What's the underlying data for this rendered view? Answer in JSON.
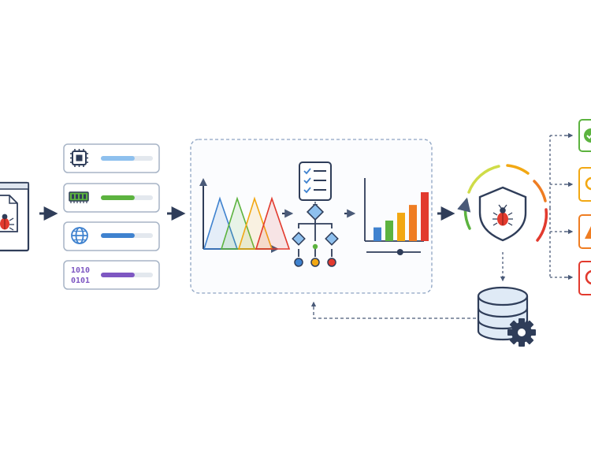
{
  "colors": {
    "navy": "#2f3d59",
    "green": "#5cb33f",
    "amber": "#f2a813",
    "orange": "#ef7d22",
    "red": "#e23a2e",
    "blue": "#3f82cf",
    "light_blue": "#8ec0ee",
    "purple": "#7e57c2",
    "panel_border": "#8ea4c3",
    "card_border": "#a7b4c6",
    "track": "#e3e8ee",
    "database_fill": "#dfeaf6"
  },
  "feature_cards": [
    {
      "icon": "cpu-chip-icon",
      "bar_color": "#8ec0ee",
      "bar_fill": 0.65
    },
    {
      "icon": "memory-module-icon",
      "bar_color": "#5cb33f",
      "bar_fill": 0.65
    },
    {
      "icon": "network-globe-icon",
      "bar_color": "#3f82cf",
      "bar_fill": 0.65
    },
    {
      "icon": "binary-code-icon",
      "bar_color": "#7e57c2",
      "bar_fill": 0.65,
      "binary_lines": [
        "1010",
        "0101"
      ]
    }
  ],
  "fuzzy_curves": [
    "#3f82cf",
    "#5cb33f",
    "#f2a813",
    "#e23a2e"
  ],
  "decision_nodes": [
    "#3f82cf",
    "#5cb33f",
    "#f2a813",
    "#e23a2e"
  ],
  "bar_chart": {
    "values": [
      0.28,
      0.42,
      0.58,
      0.74,
      1.0
    ],
    "colors": [
      "#3f82cf",
      "#5cb33f",
      "#f2a813",
      "#ef7d22",
      "#e23a2e"
    ],
    "slider_position": 0.62
  },
  "threat_levels": [
    {
      "icon": "check-icon",
      "color": "#5cb33f"
    },
    {
      "icon": "search-icon",
      "color": "#f2a813"
    },
    {
      "icon": "warning-icon",
      "color": "#ef7d22"
    },
    {
      "icon": "alert-icon",
      "color": "#e23a2e"
    }
  ]
}
